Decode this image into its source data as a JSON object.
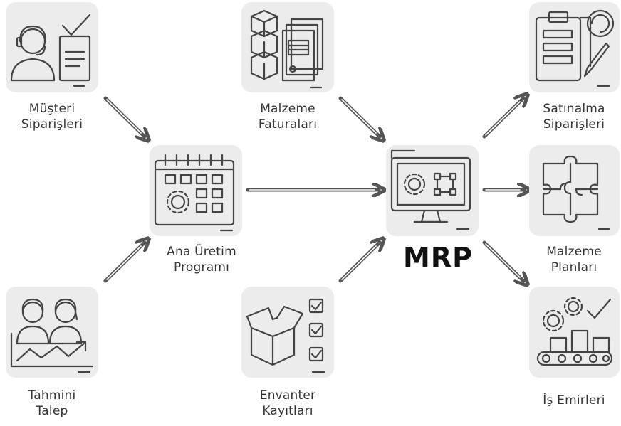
{
  "nodes": {
    "musteri": {
      "line1": "Müşteri",
      "line2": "Siparişleri"
    },
    "malzeme_fat": {
      "line1": "Malzeme",
      "line2": "Faturaları"
    },
    "satinalma": {
      "line1": "Satınalma",
      "line2": "Siparişleri"
    },
    "ana_uretim": {
      "line1": "Ana Üretim",
      "line2": "Programı"
    },
    "malzeme_plan": {
      "line1": "Malzeme",
      "line2": "Planları"
    },
    "tahmini": {
      "line1": "Tahmini",
      "line2": "Talep"
    },
    "envanter": {
      "line1": "Envanter",
      "line2": "Kayıtları"
    },
    "is_emir": {
      "line1": "İş Emirleri"
    },
    "mrp": {
      "title": "MRP"
    }
  },
  "icons": {
    "musteri": "customer-order-icon",
    "malzeme_fat": "material-invoice-icon",
    "satinalma": "purchase-order-icon",
    "ana_uretim": "production-calendar-icon",
    "mrp": "mrp-computer-icon",
    "malzeme_plan": "puzzle-icon",
    "tahmini": "demand-forecast-icon",
    "envanter": "inventory-box-icon",
    "is_emir": "work-order-icon"
  },
  "colors": {
    "tile": "#ececec",
    "stroke": "#444444",
    "arrow": "#555555"
  }
}
